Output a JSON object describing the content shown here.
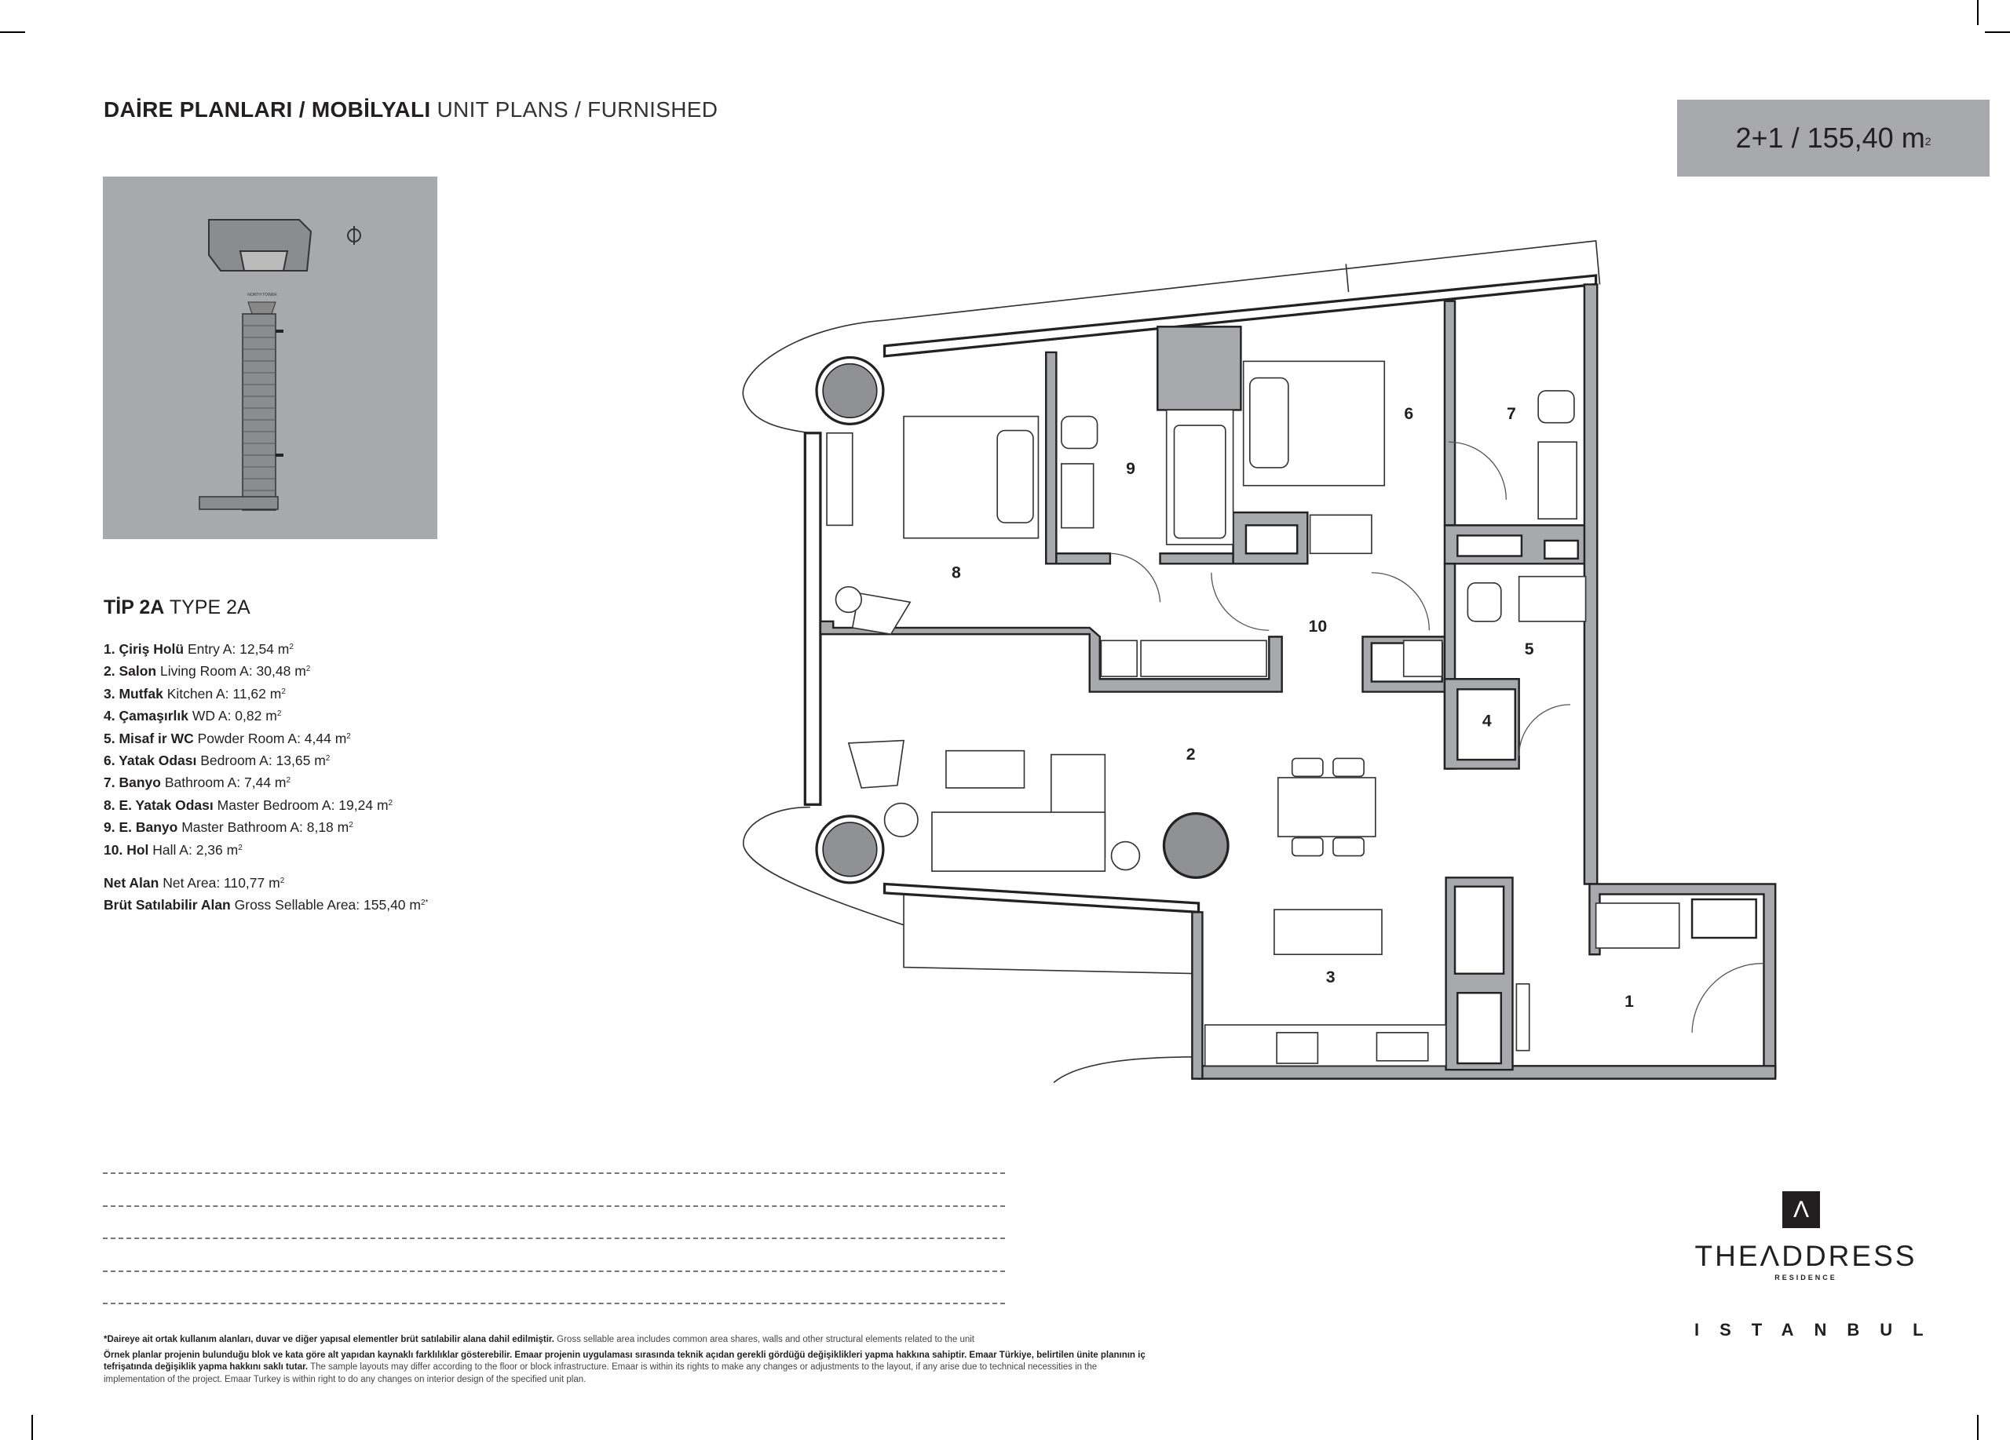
{
  "header": {
    "title_tr": "DAİRE PLANLARI / MOBİLYALI",
    "title_en": "UNIT PLANS / FURNISHED"
  },
  "unit_area": {
    "label": "2+1 / 155,40 m",
    "sup": "2"
  },
  "thumbnail": {
    "tower_label": "NORTH TOWER"
  },
  "type": {
    "tr": "TİP 2A",
    "en": "TYPE 2A"
  },
  "rooms": [
    {
      "tr": "1. Çiriş Holü",
      "en": "Entry A: 12,54 m",
      "num": "1"
    },
    {
      "tr": "2. Salon",
      "en": "Living Room A: 30,48 m",
      "num": "2"
    },
    {
      "tr": "3. Mutfak",
      "en": "Kitchen A: 11,62 m",
      "num": "3"
    },
    {
      "tr": "4. Çamaşırlık",
      "en": "WD A: 0,82 m",
      "num": "4"
    },
    {
      "tr": "5. Misaf ir WC",
      "en": "Powder Room A: 4,44 m",
      "num": "5"
    },
    {
      "tr": "6. Yatak Odası",
      "en": "Bedroom A: 13,65 m",
      "num": "6"
    },
    {
      "tr": "7. Banyo",
      "en": "Bathroom A: 7,44 m",
      "num": "7"
    },
    {
      "tr": "8. E. Yatak Odası",
      "en": "Master Bedroom A: 19,24 m",
      "num": "8"
    },
    {
      "tr": "9. E. Banyo",
      "en": "Master Bathroom A: 8,18 m",
      "num": "9"
    },
    {
      "tr": "10. Hol",
      "en": "Hall A: 2,36 m",
      "num": "10"
    }
  ],
  "sq": "2",
  "totals": {
    "net_tr": "Net Alan",
    "net_en": "Net Area: 110,77 m",
    "net_sup": "2",
    "gross_tr": "Brüt Satılabilir Alan",
    "gross_en": "Gross Sellable Area: 155,40 m",
    "gross_sup": "2*"
  },
  "footer": {
    "note1_tr": "*Daireye ait ortak kullanım alanları, duvar ve diğer yapısal elementler brüt satılabilir alana dahil edilmiştir.",
    "note1_en": "Gross sellable area includes common area shares, walls and other structural elements related to the unit",
    "note2_tr": "Örnek planlar projenin bulunduğu blok ve kata göre alt yapıdan kaynaklı farklılıklar gösterebilir. Emaar projenin uygulaması sırasında teknik açıdan gerekli gördüğü değişiklikleri yapma hakkına sahiptir. Emaar Türkiye, belirtilen ünite planının iç tefrişatında değişiklik yapma hakkını saklı tutar.",
    "note2_en": "The sample layouts may differ according to the floor or block infrastructure. Emaar is within its rights to make any changes or adjustments to the layout, if any arise due to technical necessities in the implementation of the project. Emaar Turkey is within right to do any changes on interior design of the specified unit plan."
  },
  "brand": {
    "mark": "Λ",
    "name": "THEΛDDRESS",
    "sub": "RESIDENCE",
    "city": "ISTANBUL"
  },
  "colors": {
    "wall_gray": "#a7a9ac",
    "text": "#231f20"
  }
}
